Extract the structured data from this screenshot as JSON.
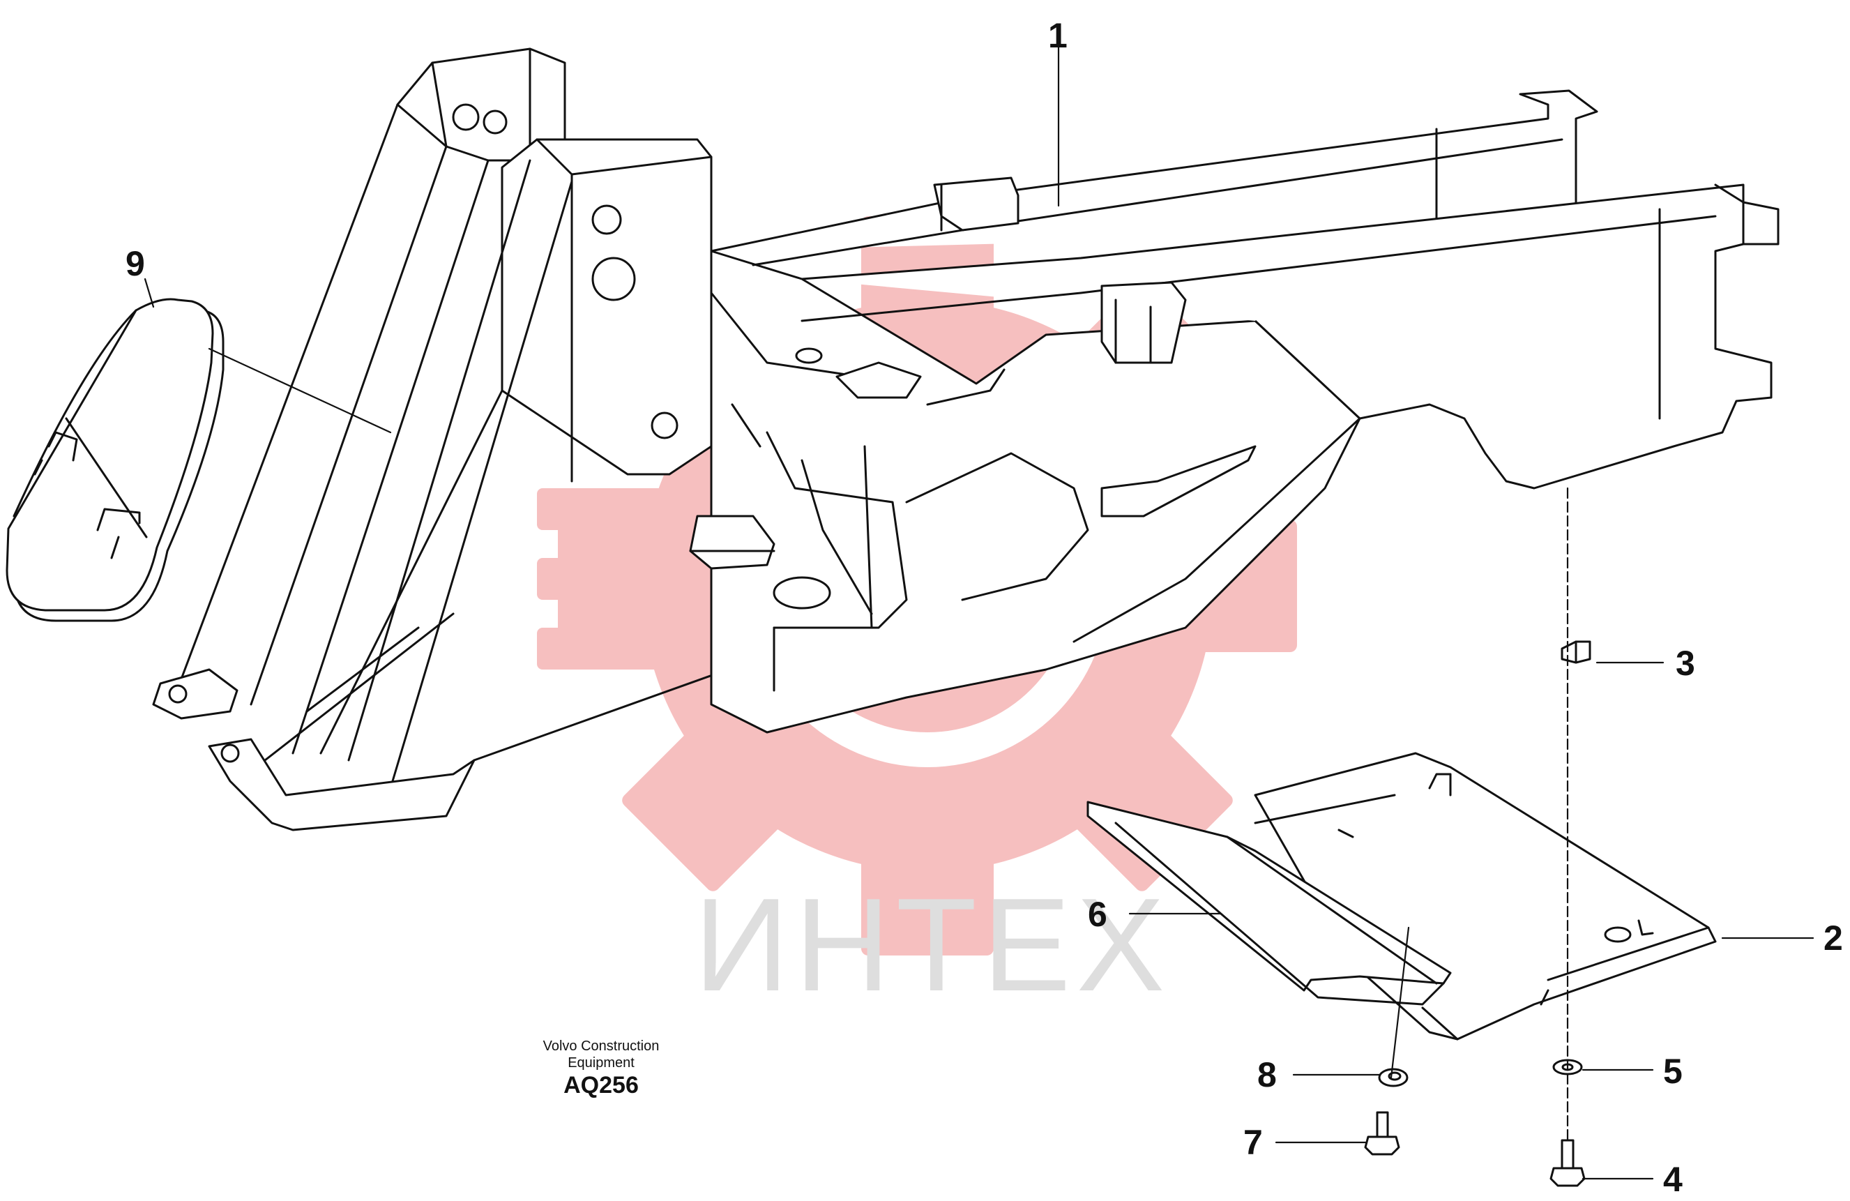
{
  "diagram": {
    "credit": {
      "line1": "Volvo Construction",
      "line2": "Equipment",
      "code": "AQ256"
    },
    "watermark": {
      "text": "ИНТЕХ",
      "logo_color": "#f5b5b5",
      "text_color": "#d9d9d9"
    },
    "callouts": [
      {
        "id": "1",
        "label": "1"
      },
      {
        "id": "2",
        "label": "2"
      },
      {
        "id": "3",
        "label": "3"
      },
      {
        "id": "4",
        "label": "4"
      },
      {
        "id": "5",
        "label": "5"
      },
      {
        "id": "6",
        "label": "6"
      },
      {
        "id": "7",
        "label": "7"
      },
      {
        "id": "8",
        "label": "8"
      },
      {
        "id": "9",
        "label": "9"
      }
    ]
  }
}
